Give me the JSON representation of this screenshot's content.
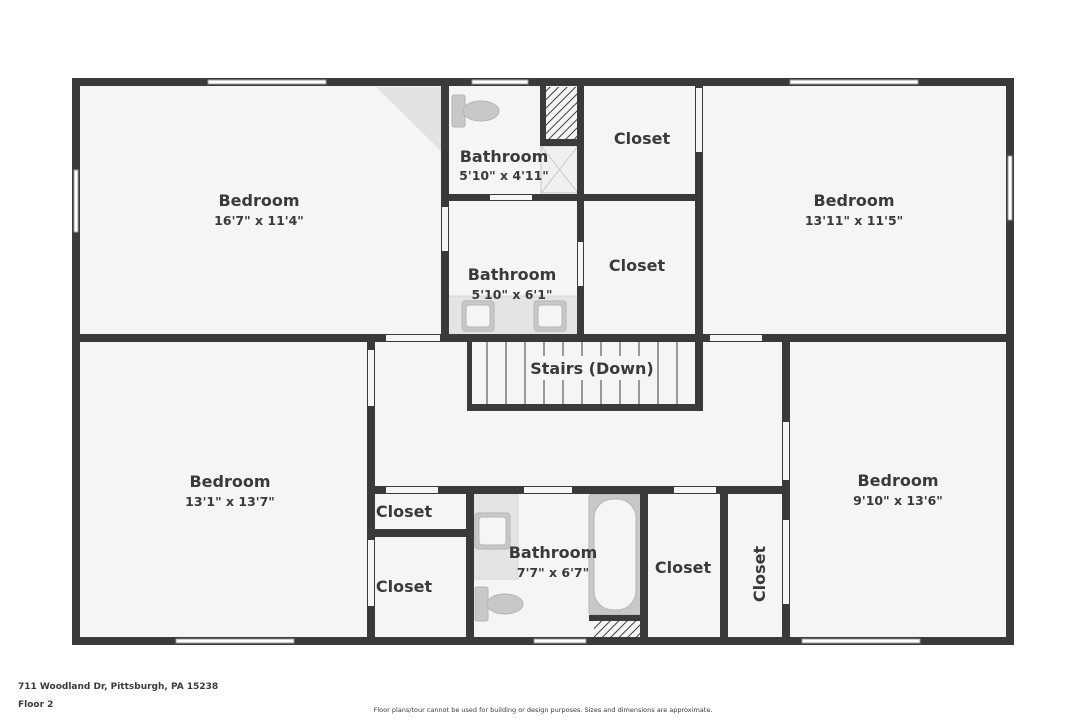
{
  "rooms": {
    "bedroom_nw": {
      "name": "Bedroom",
      "dims": "16'7\" x 11'4\""
    },
    "bath_upper": {
      "name": "Bathroom",
      "dims": "5'10\" x 4'11\""
    },
    "closet_top1": {
      "name": "Closet"
    },
    "closet_top2": {
      "name": "Closet"
    },
    "bath_mid": {
      "name": "Bathroom",
      "dims": "5'10\" x 6'1\""
    },
    "bedroom_ne": {
      "name": "Bedroom",
      "dims": "13'11\" x 11'5\""
    },
    "stairs": {
      "name": "Stairs (Down)"
    },
    "bedroom_sw": {
      "name": "Bedroom",
      "dims": "13'1\" x 13'7\""
    },
    "bedroom_se": {
      "name": "Bedroom",
      "dims": "9'10\" x 13'6\""
    },
    "closet_bl1": {
      "name": "Closet"
    },
    "closet_bl2": {
      "name": "Closet"
    },
    "bath_lower": {
      "name": "Bathroom",
      "dims": "7'7\" x 6'7\""
    },
    "closet_br1": {
      "name": "Closet"
    },
    "closet_br2": {
      "name": "Closet"
    }
  },
  "footer": {
    "address": "711 Woodland Dr, Pittsburgh, PA 15238",
    "floor": "Floor 2",
    "disclaimer": "Floor plans/tour cannot be used for building or design purposes. Sizes and dimensions are approximate."
  },
  "colors": {
    "wall": "#3a3a3a",
    "floor": "#f5f5f5",
    "fixture": "#c8c8c8",
    "text": "#3a3a3a"
  }
}
